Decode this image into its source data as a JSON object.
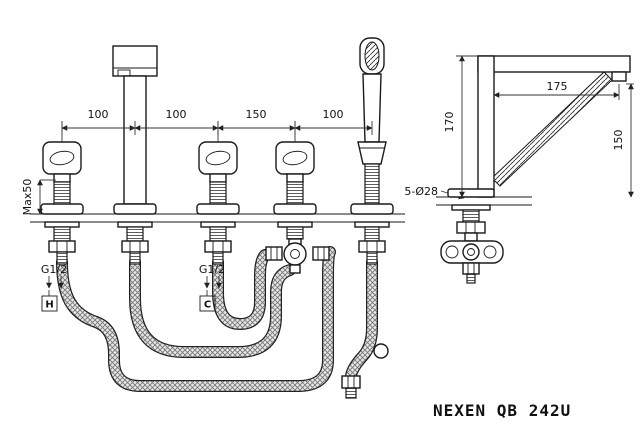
{
  "title": "NEXEN QB 242U",
  "dimensions": {
    "front": {
      "spacing_1": "100",
      "spacing_2": "100",
      "spacing_3": "150",
      "spacing_4": "100",
      "max_height": "Max50"
    },
    "side": {
      "spout_reach": "175",
      "total_height": "170",
      "spout_height": "150"
    },
    "holes": "5-Ø28"
  },
  "labels": {
    "hot_thread": "G1/2",
    "cold_thread": "G1/2",
    "hot_marker": "H",
    "cold_marker": "C"
  }
}
